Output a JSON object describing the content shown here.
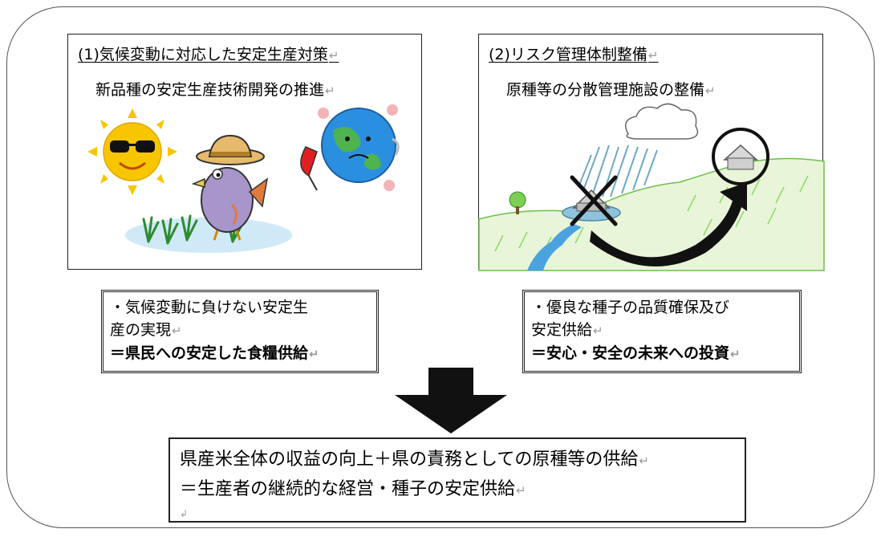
{
  "panel_left": {
    "title": "(1)気候変動に対応した安定生産対策",
    "subtitle": "新品種の安定生産技術開発の推進"
  },
  "panel_right": {
    "title": "(2)リスク管理体制整備",
    "subtitle": "原種等の分散管理施設の整備"
  },
  "box_left": {
    "line1": "・気候変動に負けない安定生",
    "line2": "産の実現",
    "line3": "＝県民への安定した食糧供給"
  },
  "box_right": {
    "line1": "・優良な種子の品質確保及び",
    "line2": "安定供給",
    "line3": "＝安心・安全の未来への投資"
  },
  "bottom": {
    "line1": "県産米全体の収益の向上＋県の責務としての原種等の供給",
    "line2": "＝生産者の継続的な経営・種子の安定供給"
  },
  "marks": {
    "return_mark": "↵",
    "small_mark": "↲"
  },
  "colors": {
    "sun": "#f7c600",
    "earth": "#2b8fe0",
    "bird": "#a895c9",
    "hat": "#e7b96a",
    "grass": "#2e8b2e",
    "water": "#cfe9f7",
    "river": "#4aa3df",
    "fan": "#e02020"
  }
}
